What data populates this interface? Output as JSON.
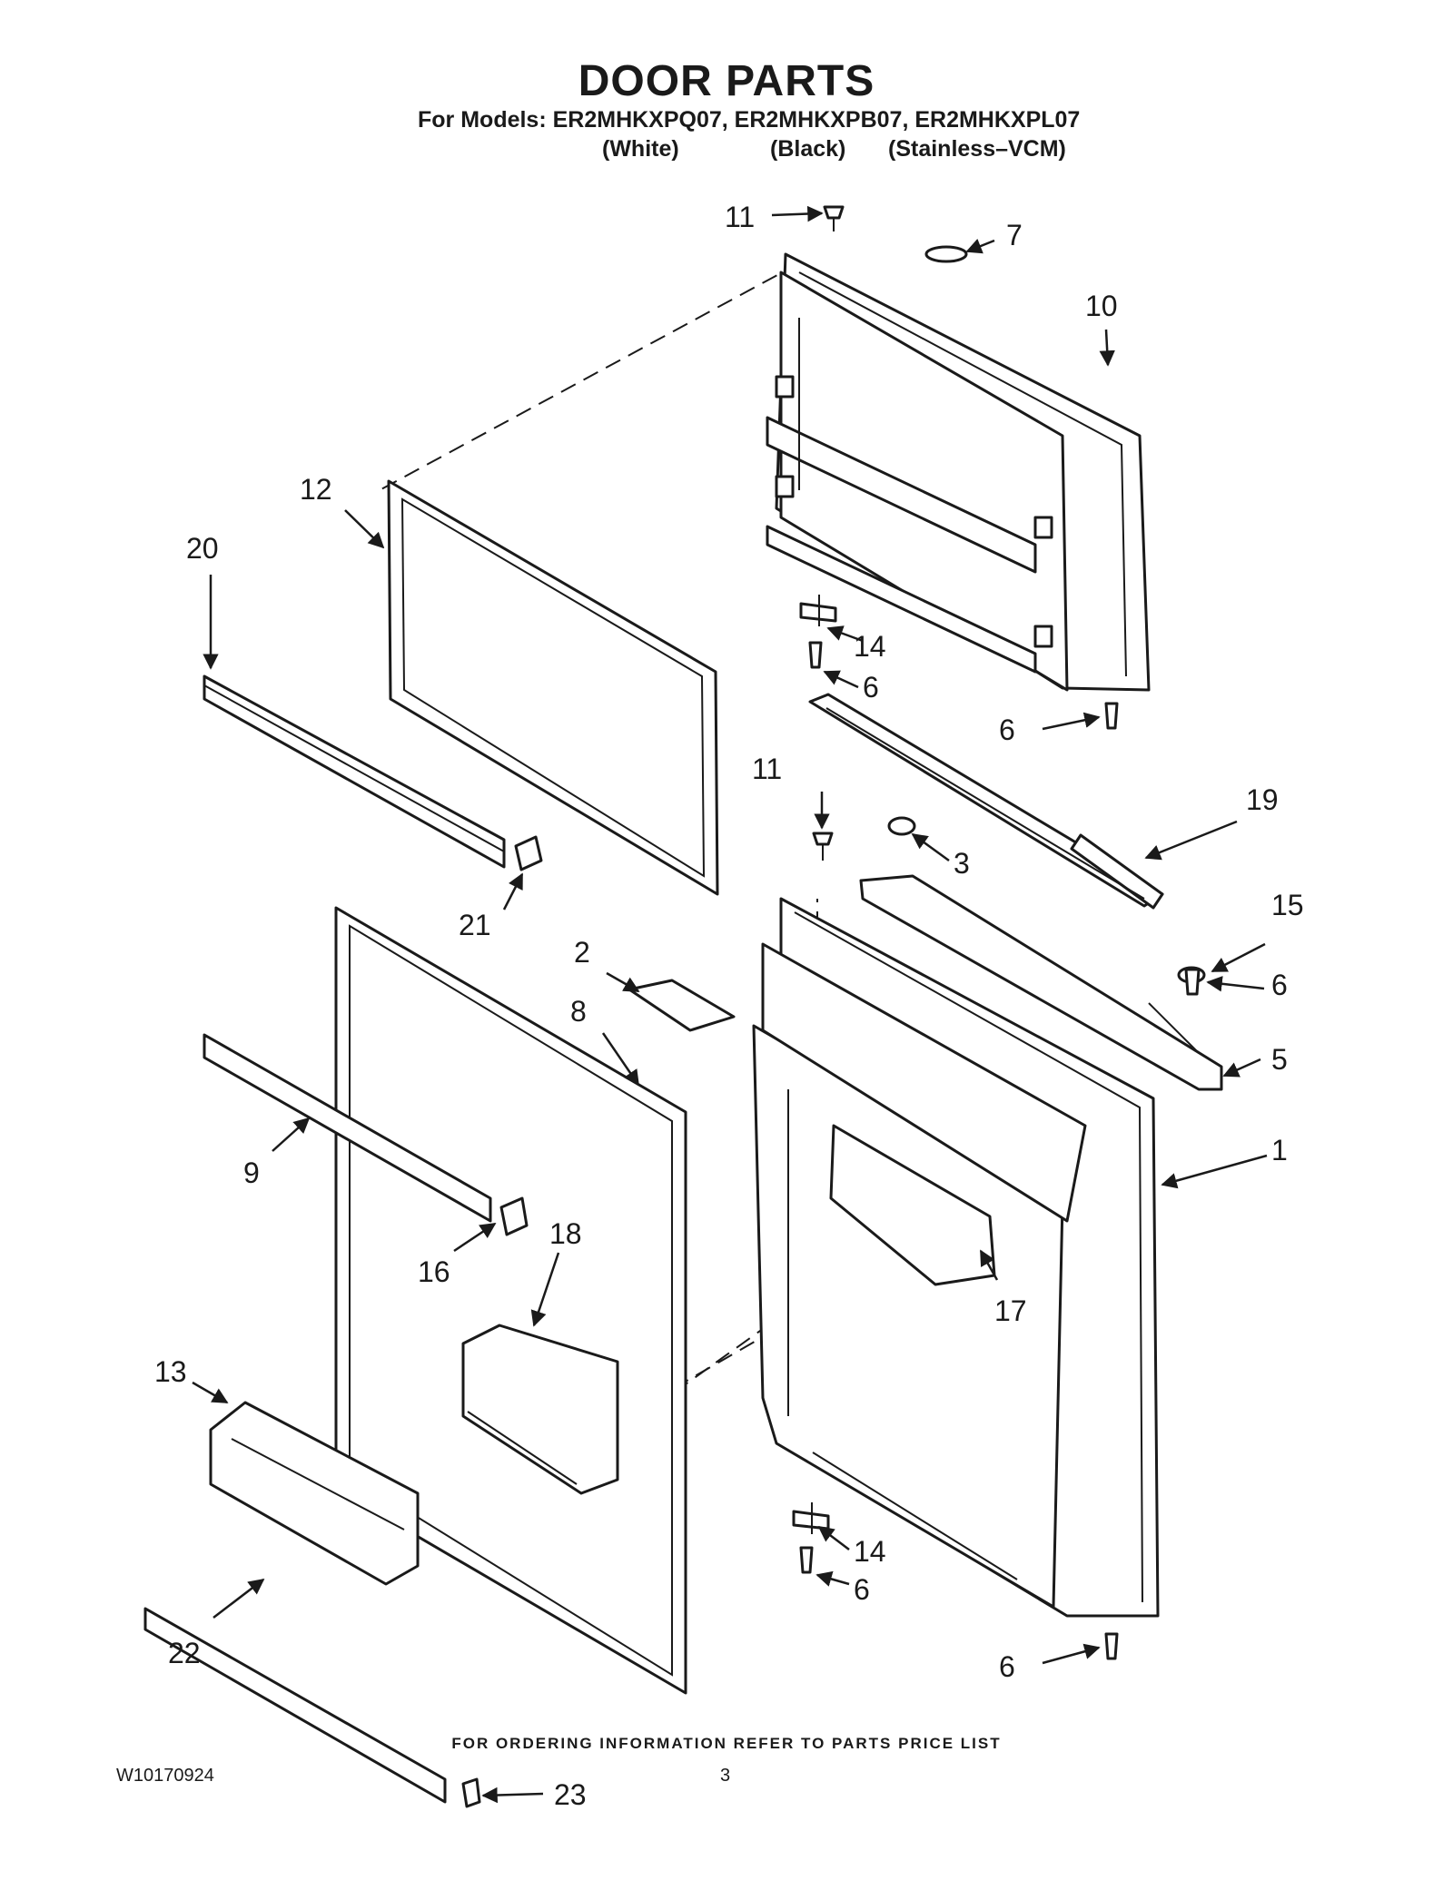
{
  "header": {
    "title": "DOOR PARTS",
    "models_line": "For Models: ER2MHKXPQ07, ER2MHKXPB07, ER2MHKXPL07",
    "variants": {
      "white": "(White)",
      "black": "(Black)",
      "stainless": "(Stainless–VCM)"
    }
  },
  "callouts": [
    "1",
    "2",
    "3",
    "5",
    "6",
    "7",
    "8",
    "9",
    "10",
    "11",
    "12",
    "13",
    "14",
    "15",
    "16",
    "17",
    "18",
    "19",
    "20",
    "21",
    "22",
    "23"
  ],
  "footer": {
    "note": "FOR ORDERING INFORMATION REFER TO PARTS PRICE LIST",
    "doc_number": "W10170924",
    "page": "3"
  }
}
